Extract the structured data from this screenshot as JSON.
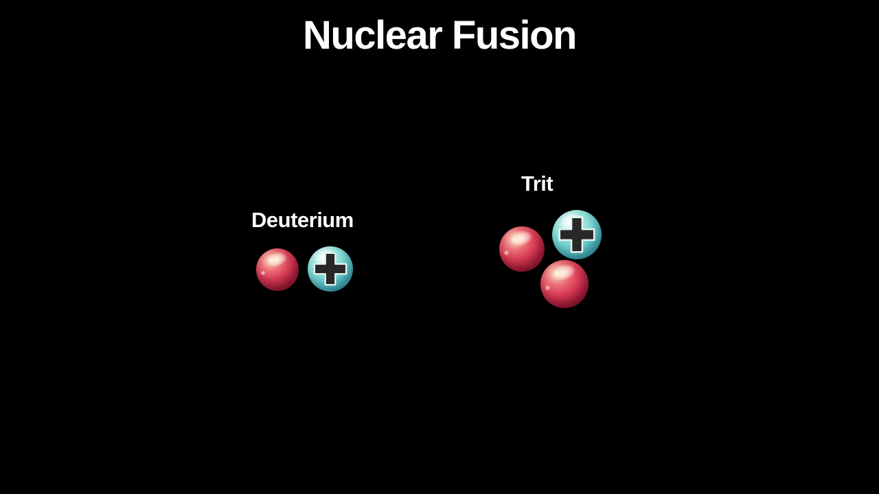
{
  "title": {
    "text": "Nuclear Fusion"
  },
  "diagram": {
    "groups": [
      {
        "id": "deuterium",
        "label": "Deuterium",
        "particles": [
          {
            "type": "neutron"
          },
          {
            "type": "proton",
            "symbol": "+"
          }
        ]
      },
      {
        "id": "tritium",
        "label": "Trit",
        "particles": [
          {
            "type": "neutron"
          },
          {
            "type": "proton",
            "symbol": "+"
          },
          {
            "type": "neutron"
          }
        ]
      }
    ]
  },
  "palette": {
    "background": "#000000",
    "text": "#ffffff",
    "neutron_red": "#df3a56",
    "neutron_rim": "#8e1631",
    "neutron_highlight": "#fbeedd",
    "proton_cyan": "#7cd8d5",
    "proton_rim": "#2f8497",
    "plus_sign": "#282828",
    "plus_outline": "#e3f4f1"
  }
}
